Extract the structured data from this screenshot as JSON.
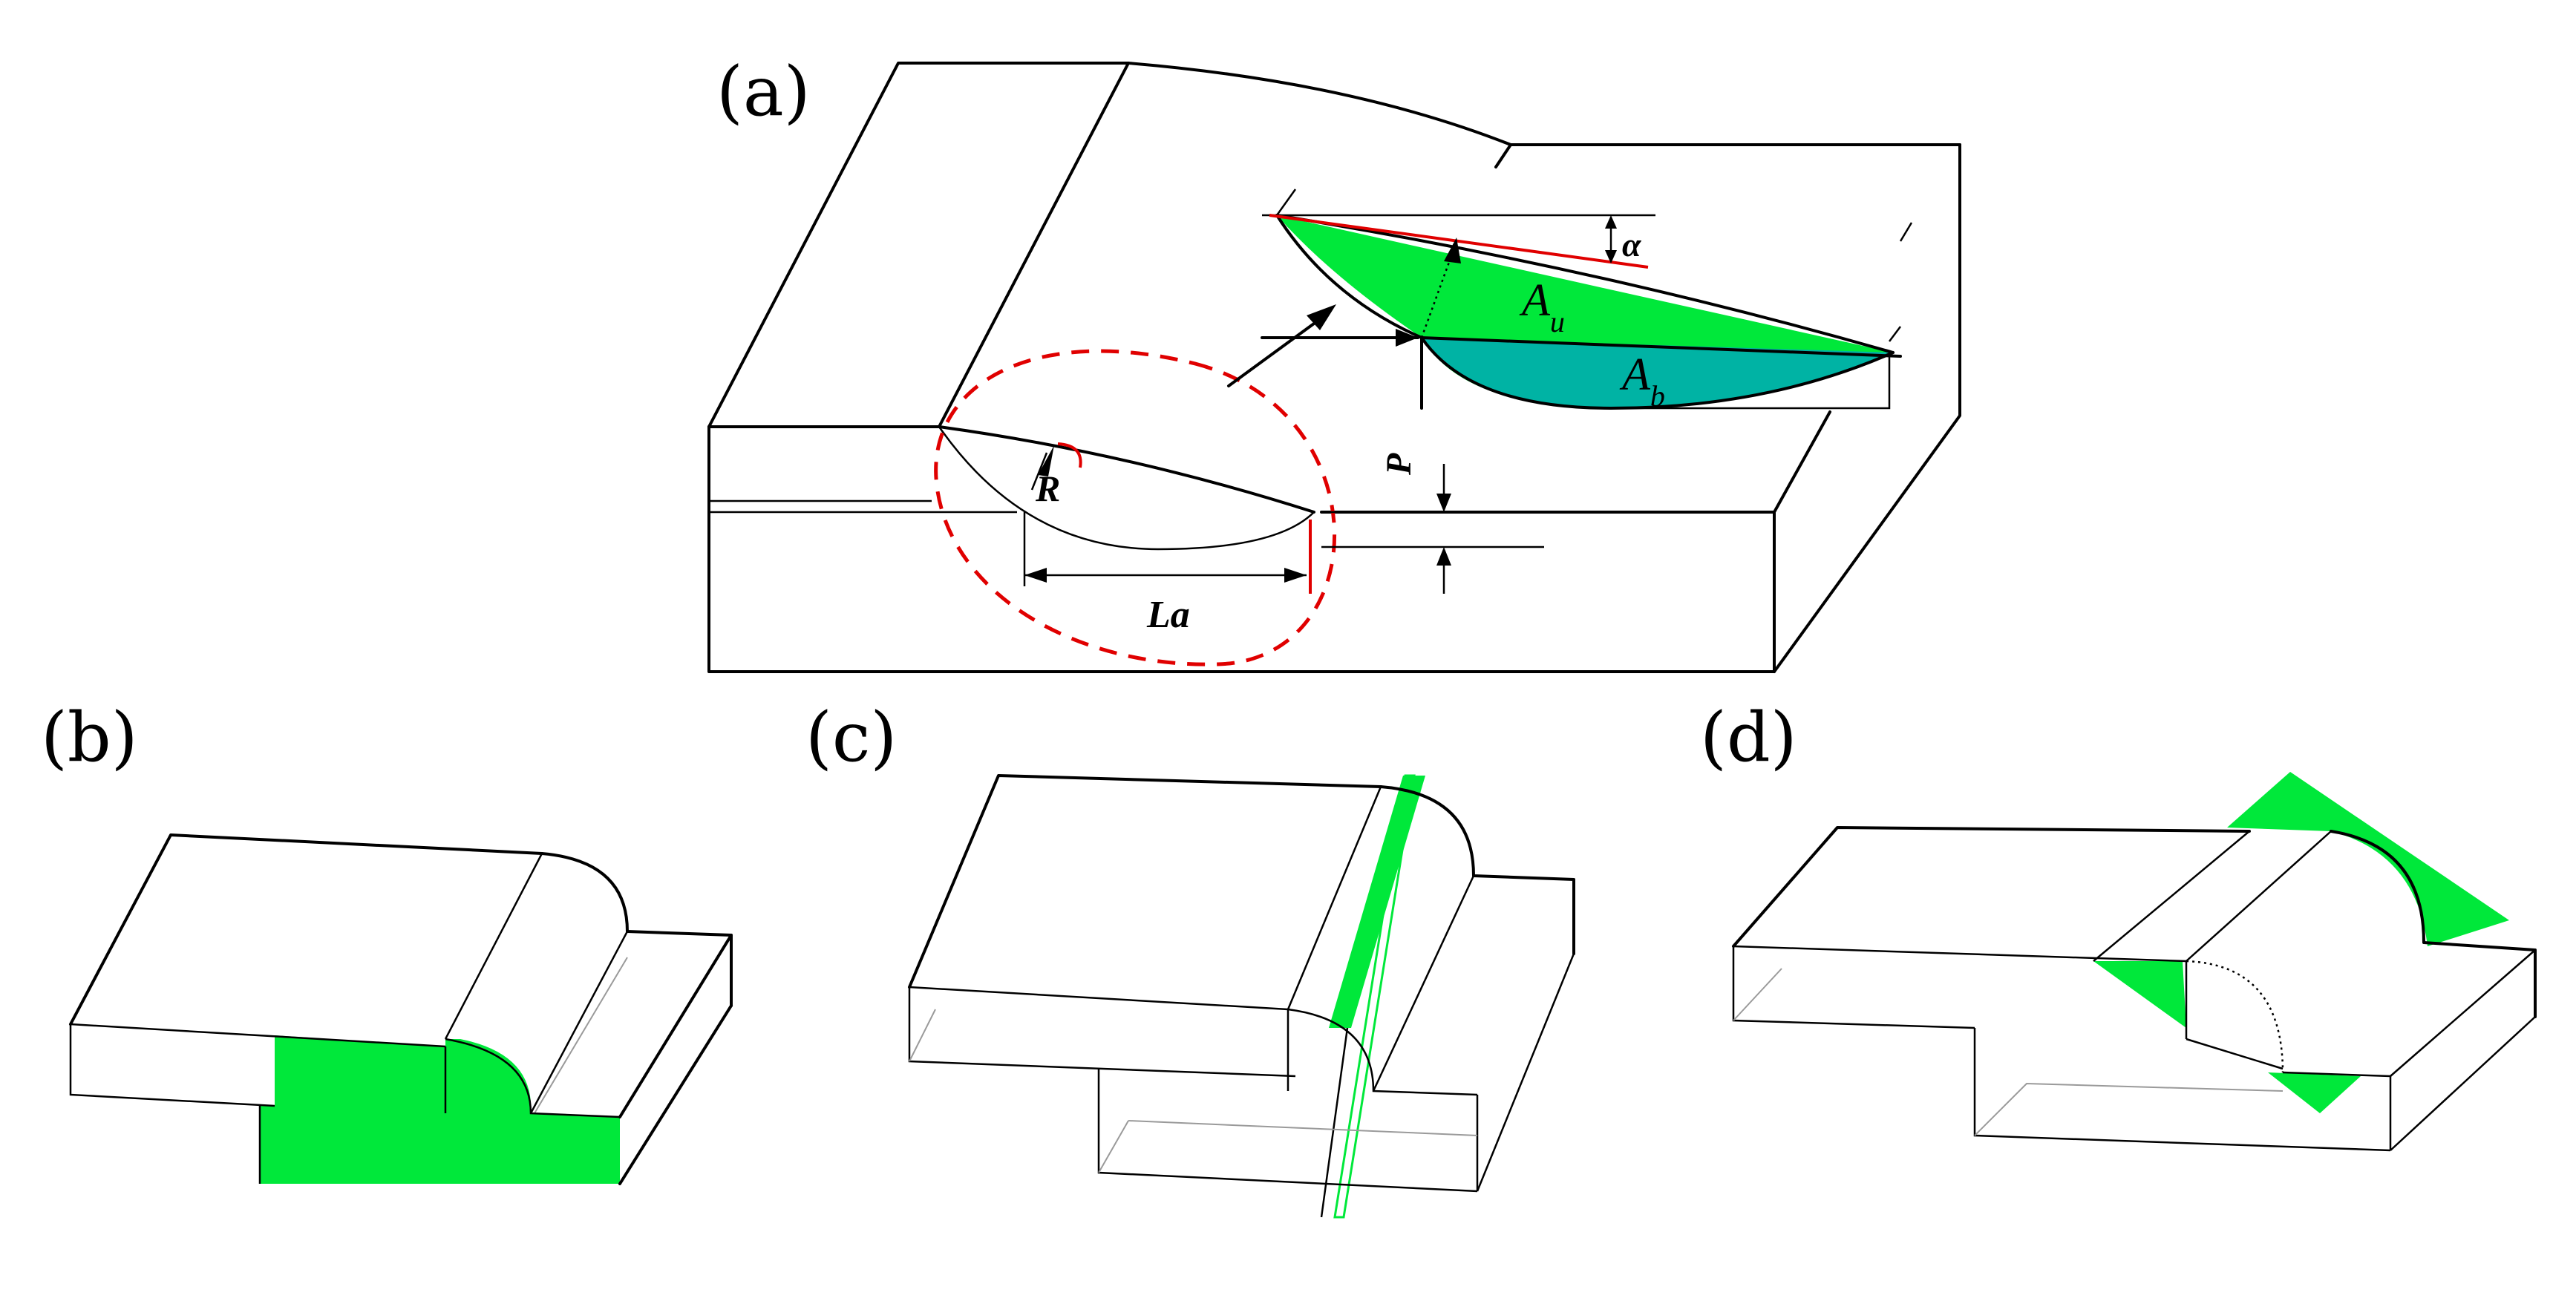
{
  "panels": {
    "a": {
      "label": "(a)"
    },
    "b": {
      "label": "(b)"
    },
    "c": {
      "label": "(c)"
    },
    "d": {
      "label": "(d)"
    }
  },
  "annotations": {
    "alpha": "α",
    "R": "R",
    "P": "P",
    "La": "La",
    "Au_main": "A",
    "Au_sub": "u",
    "Ab_main": "A",
    "Ab_sub": "b"
  },
  "colors": {
    "green": "#00e83a",
    "teal": "#00b3a4",
    "red": "#e00000",
    "line": "#000000"
  }
}
